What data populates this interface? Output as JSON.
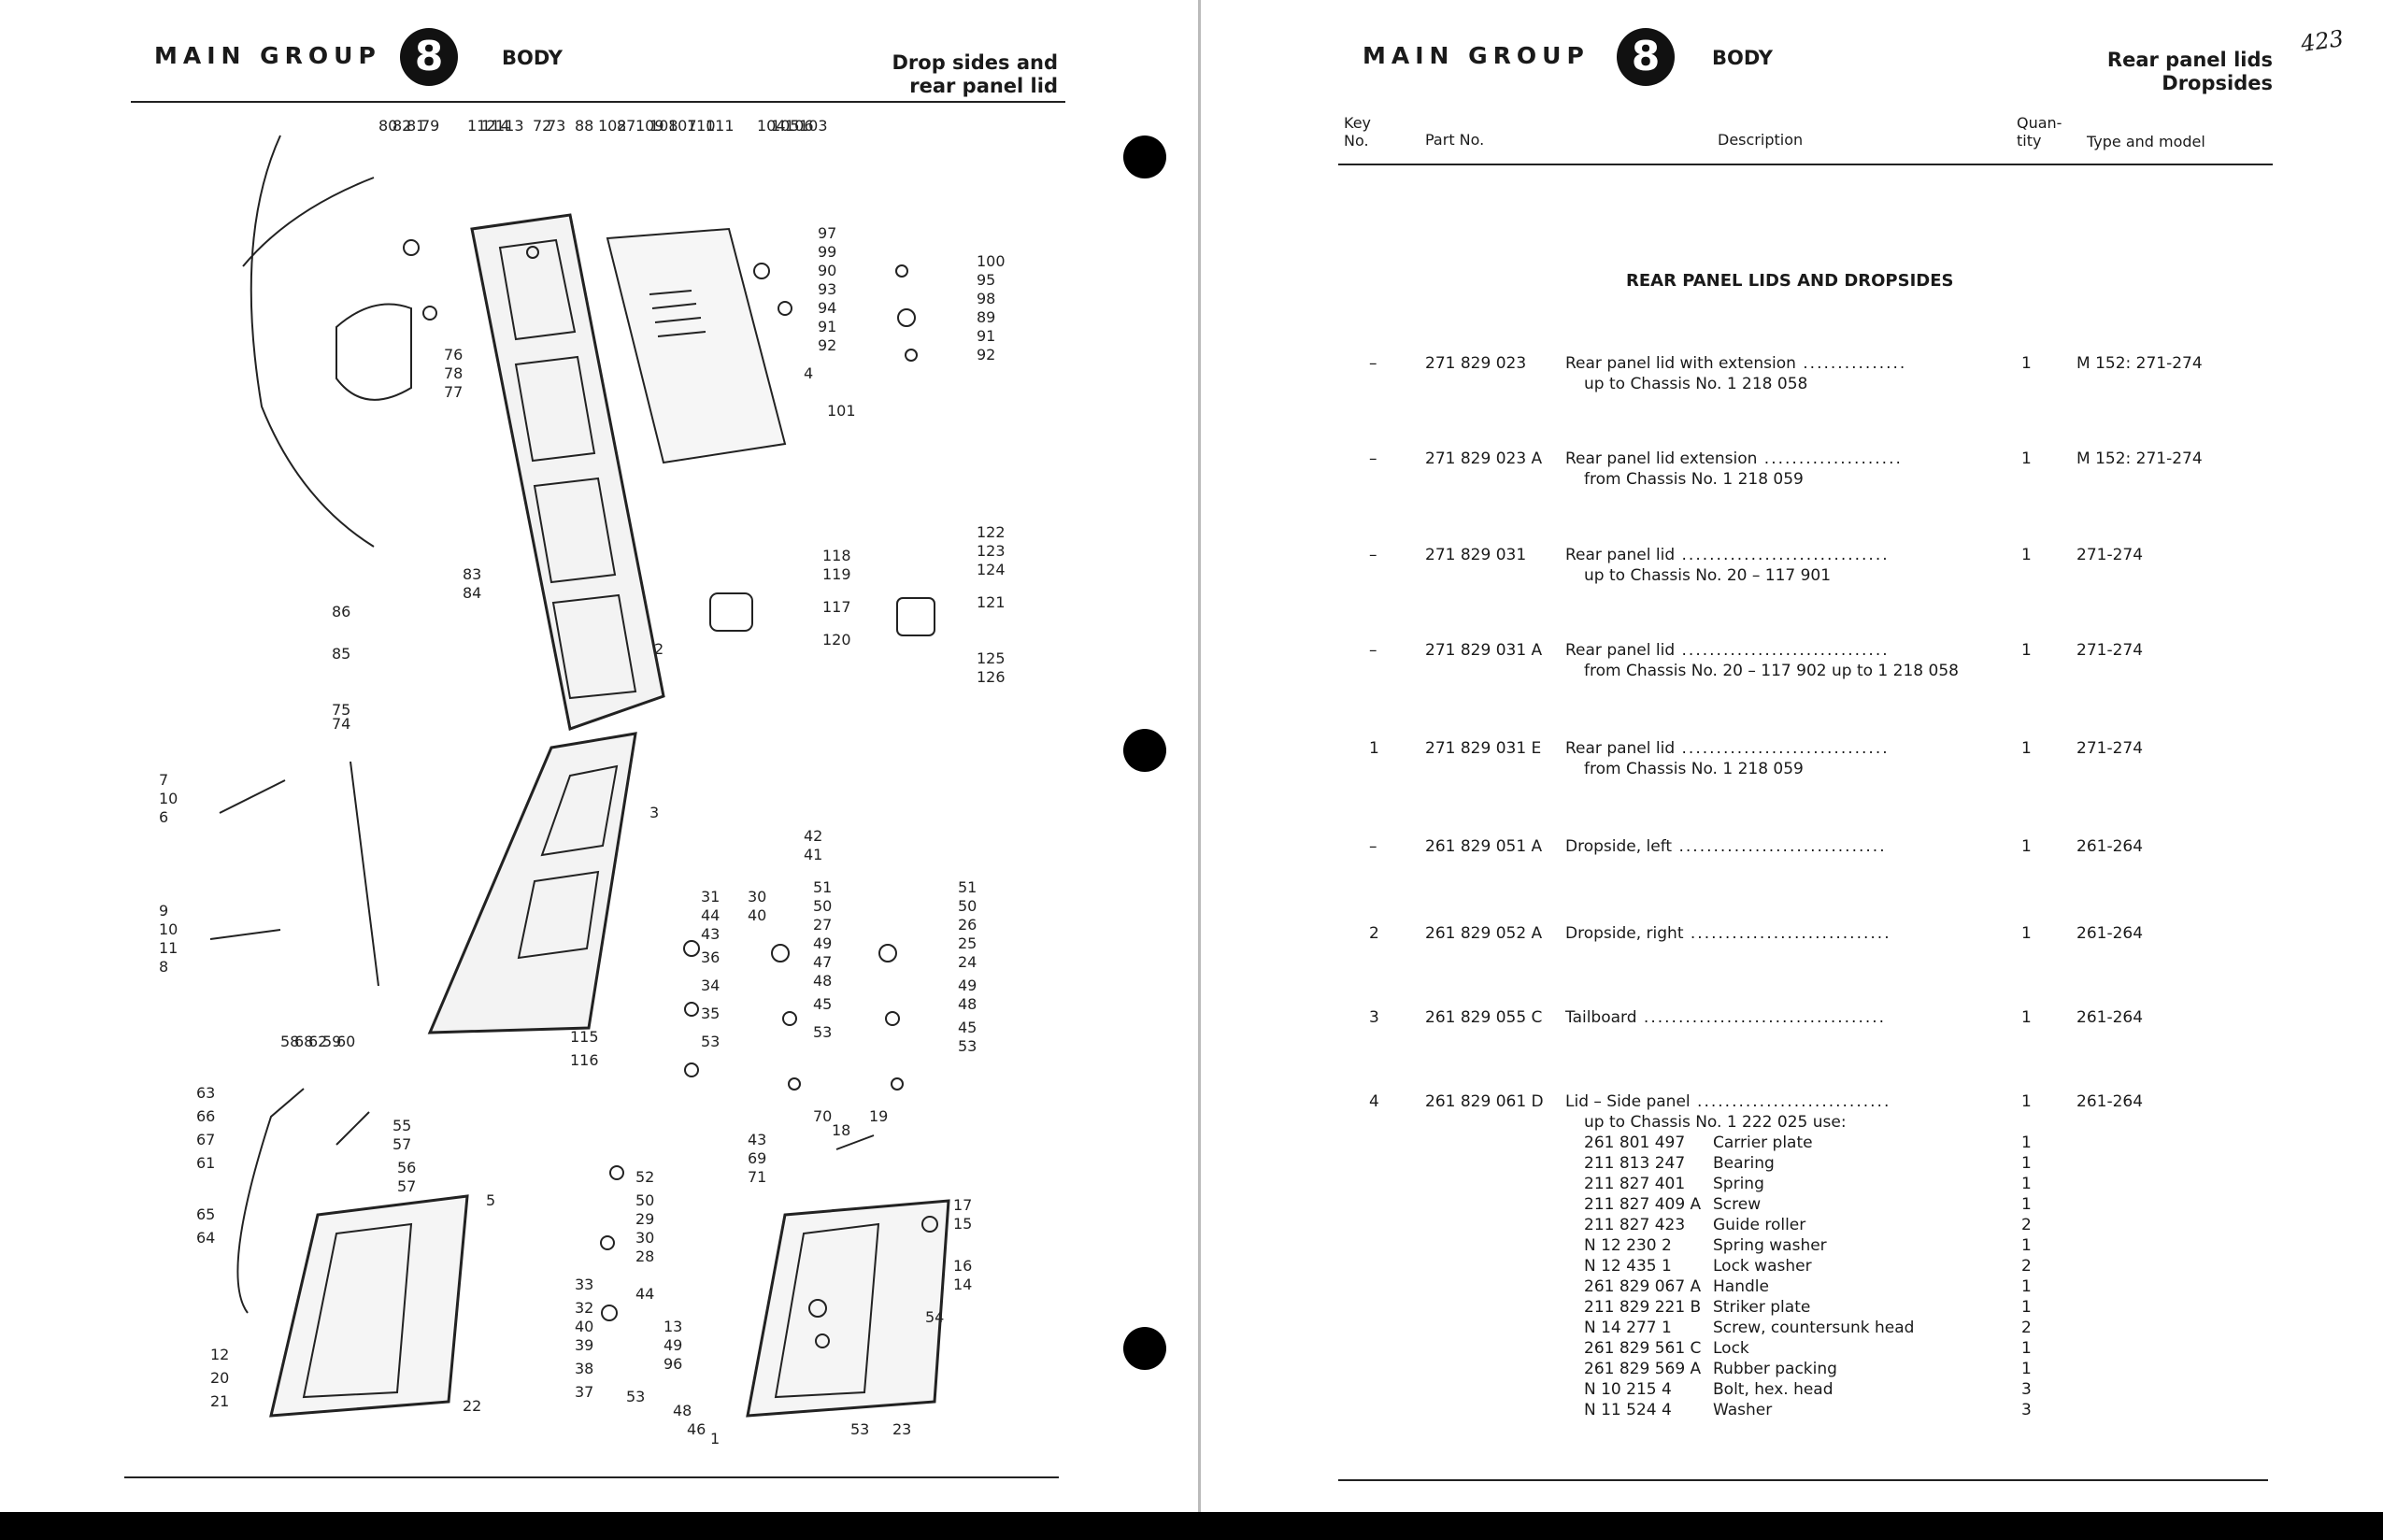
{
  "left": {
    "main_group": "MAIN GROUP",
    "group_no": "8",
    "body_label": "BODY",
    "section_title": [
      "Drop sides and",
      "rear panel lid"
    ],
    "callouts": [
      {
        "t": "80"
      },
      {
        "t": "82"
      },
      {
        "t": "81"
      },
      {
        "t": "79"
      },
      {
        "t": "112"
      },
      {
        "t": "114"
      },
      {
        "t": "113"
      },
      {
        "t": "72"
      },
      {
        "t": "73"
      },
      {
        "t": "88"
      },
      {
        "t": "102"
      },
      {
        "t": "87"
      },
      {
        "t": "109"
      },
      {
        "t": "108"
      },
      {
        "t": "107"
      },
      {
        "t": "110"
      },
      {
        "t": "111"
      },
      {
        "t": "104"
      },
      {
        "t": "105"
      },
      {
        "t": "106"
      },
      {
        "t": "103"
      },
      {
        "t": "97"
      },
      {
        "t": "99"
      },
      {
        "t": "90"
      },
      {
        "t": "93"
      },
      {
        "t": "94"
      },
      {
        "t": "91"
      },
      {
        "t": "92"
      },
      {
        "t": "4"
      },
      {
        "t": "101"
      },
      {
        "t": "100"
      },
      {
        "t": "95"
      },
      {
        "t": "98"
      },
      {
        "t": "89"
      },
      {
        "t": "91"
      },
      {
        "t": "92"
      },
      {
        "t": "76"
      },
      {
        "t": "78"
      },
      {
        "t": "77"
      },
      {
        "t": "83"
      },
      {
        "t": "84"
      },
      {
        "t": "86"
      },
      {
        "t": "85"
      },
      {
        "t": "75"
      },
      {
        "t": "74"
      },
      {
        "t": "2"
      },
      {
        "t": "118"
      },
      {
        "t": "119"
      },
      {
        "t": "117"
      },
      {
        "t": "120"
      },
      {
        "t": "122"
      },
      {
        "t": "123"
      },
      {
        "t": "124"
      },
      {
        "t": "121"
      },
      {
        "t": "125"
      },
      {
        "t": "126"
      },
      {
        "t": "7"
      },
      {
        "t": "10"
      },
      {
        "t": "6"
      },
      {
        "t": "9"
      },
      {
        "t": "10"
      },
      {
        "t": "11"
      },
      {
        "t": "8"
      },
      {
        "t": "3"
      },
      {
        "t": "42"
      },
      {
        "t": "41"
      },
      {
        "t": "31"
      },
      {
        "t": "44"
      },
      {
        "t": "43"
      },
      {
        "t": "36"
      },
      {
        "t": "34"
      },
      {
        "t": "35"
      },
      {
        "t": "53"
      },
      {
        "t": "30"
      },
      {
        "t": "40"
      },
      {
        "t": "51"
      },
      {
        "t": "50"
      },
      {
        "t": "27"
      },
      {
        "t": "49"
      },
      {
        "t": "47"
      },
      {
        "t": "48"
      },
      {
        "t": "45"
      },
      {
        "t": "53"
      },
      {
        "t": "51"
      },
      {
        "t": "50"
      },
      {
        "t": "26"
      },
      {
        "t": "25"
      },
      {
        "t": "24"
      },
      {
        "t": "49"
      },
      {
        "t": "48"
      },
      {
        "t": "45"
      },
      {
        "t": "53"
      },
      {
        "t": "115"
      },
      {
        "t": "116"
      },
      {
        "t": "58"
      },
      {
        "t": "68"
      },
      {
        "t": "62"
      },
      {
        "t": "59"
      },
      {
        "t": "60"
      },
      {
        "t": "63"
      },
      {
        "t": "66"
      },
      {
        "t": "67"
      },
      {
        "t": "61"
      },
      {
        "t": "65"
      },
      {
        "t": "64"
      },
      {
        "t": "55"
      },
      {
        "t": "57"
      },
      {
        "t": "56"
      },
      {
        "t": "57"
      },
      {
        "t": "5"
      },
      {
        "t": "12"
      },
      {
        "t": "20"
      },
      {
        "t": "21"
      },
      {
        "t": "22"
      },
      {
        "t": "52"
      },
      {
        "t": "50"
      },
      {
        "t": "29"
      },
      {
        "t": "30"
      },
      {
        "t": "28"
      },
      {
        "t": "33"
      },
      {
        "t": "32"
      },
      {
        "t": "40"
      },
      {
        "t": "39"
      },
      {
        "t": "38"
      },
      {
        "t": "37"
      },
      {
        "t": "53"
      },
      {
        "t": "44"
      },
      {
        "t": "43"
      },
      {
        "t": "69"
      },
      {
        "t": "71"
      },
      {
        "t": "70"
      },
      {
        "t": "18"
      },
      {
        "t": "19"
      },
      {
        "t": "17"
      },
      {
        "t": "15"
      },
      {
        "t": "16"
      },
      {
        "t": "14"
      },
      {
        "t": "13"
      },
      {
        "t": "49"
      },
      {
        "t": "96"
      },
      {
        "t": "48"
      },
      {
        "t": "46"
      },
      {
        "t": "53"
      },
      {
        "t": "23"
      },
      {
        "t": "54"
      },
      {
        "t": "1"
      }
    ]
  },
  "right": {
    "main_group": "MAIN GROUP",
    "group_no": "8",
    "body_label": "BODY",
    "section_title": [
      "Rear panel lids",
      "Dropsides"
    ],
    "handwritten_page": "423",
    "columns": {
      "key": [
        "Key",
        "No."
      ],
      "part": "Part No.",
      "desc": "Description",
      "qty": [
        "Quan-",
        "tity"
      ],
      "type": "Type and model"
    },
    "section_heading": "REAR PANEL LIDS AND DROPSIDES",
    "rows": [
      {
        "key": "–",
        "part": "271 829 023",
        "desc": "Rear panel lid with extension",
        "note": "up to Chassis No. 1 218 058",
        "qty": "1",
        "type": "M 152: 271-274"
      },
      {
        "key": "–",
        "part": "271 829 023 A",
        "desc": "Rear panel lid extension",
        "note": "from Chassis No. 1 218 059",
        "qty": "1",
        "type": "M 152: 271-274"
      },
      {
        "key": "–",
        "part": "271 829 031",
        "desc": "Rear panel lid",
        "note": "up to Chassis No. 20 – 117 901",
        "qty": "1",
        "type": "271-274"
      },
      {
        "key": "–",
        "part": "271 829 031 A",
        "desc": "Rear panel lid",
        "note": "from Chassis No. 20 – 117 902 up to 1 218 058",
        "qty": "1",
        "type": "271-274"
      },
      {
        "key": "1",
        "part": "271 829 031 E",
        "desc": "Rear panel lid",
        "note": "from Chassis No. 1 218 059",
        "qty": "1",
        "type": "271-274"
      },
      {
        "key": "–",
        "part": "261 829 051 A",
        "desc": "Dropside, left",
        "note": "",
        "qty": "1",
        "type": "261-264"
      },
      {
        "key": "2",
        "part": "261 829 052 A",
        "desc": "Dropside, right",
        "note": "",
        "qty": "1",
        "type": "261-264"
      },
      {
        "key": "3",
        "part": "261 829 055 C",
        "desc": "Tailboard",
        "note": "",
        "qty": "1",
        "type": "261-264"
      },
      {
        "key": "4",
        "part": "261 829 061 D",
        "desc": "Lid – Side panel",
        "note": "up to Chassis No. 1 222 025 use:",
        "qty": "1",
        "type": "261-264"
      }
    ],
    "components": [
      {
        "part": "261 801 497",
        "desc": "Carrier plate",
        "qty": "1"
      },
      {
        "part": "211 813 247",
        "desc": "Bearing",
        "qty": "1"
      },
      {
        "part": "211 827 401",
        "desc": "Spring",
        "qty": "1"
      },
      {
        "part": "211 827 409 A",
        "desc": "Screw",
        "qty": "1"
      },
      {
        "part": "211 827 423",
        "desc": "Guide roller",
        "qty": "2"
      },
      {
        "part": "N 12 230 2",
        "desc": "Spring washer",
        "qty": "1"
      },
      {
        "part": "N 12 435 1",
        "desc": "Lock washer",
        "qty": "2"
      },
      {
        "part": "261 829 067 A",
        "desc": "Handle",
        "qty": "1"
      },
      {
        "part": "211 829 221 B",
        "desc": "Striker plate",
        "qty": "1"
      },
      {
        "part": "N 14 277 1",
        "desc": "Screw, countersunk head",
        "qty": "2"
      },
      {
        "part": "261 829 561 C",
        "desc": "Lock",
        "qty": "1"
      },
      {
        "part": "261 829 569 A",
        "desc": "Rubber packing",
        "qty": "1"
      },
      {
        "part": "N 10 215 4",
        "desc": "Bolt, hex. head",
        "qty": "3"
      },
      {
        "part": "N 11 524 4",
        "desc": "Washer",
        "qty": "3"
      }
    ]
  }
}
